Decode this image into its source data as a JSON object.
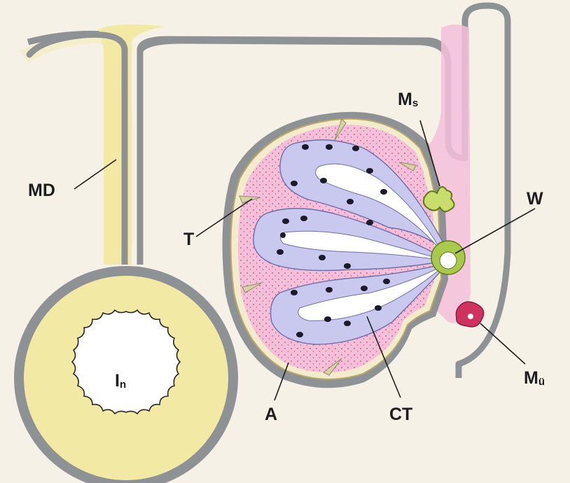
{
  "labels": {
    "md": "MD",
    "t": "T",
    "a": "A",
    "ct": "CT",
    "w": "W",
    "ms_main": "M",
    "ms_sub": "s",
    "mu_main": "M",
    "mu_sub": "ü",
    "in_main": "I",
    "in_sub": "n"
  },
  "colors": {
    "background": "#f6f1e7",
    "wall_gray": "#8f9295",
    "yellow_tissue": "#f2eaa4",
    "pink_tissue": "#f4bfd9",
    "tubule_blue": "#c9c8ef",
    "tubule_nucleus": "#1c1a2a",
    "green_duct": "#a9c94a",
    "red_structure": "#d0325f"
  }
}
